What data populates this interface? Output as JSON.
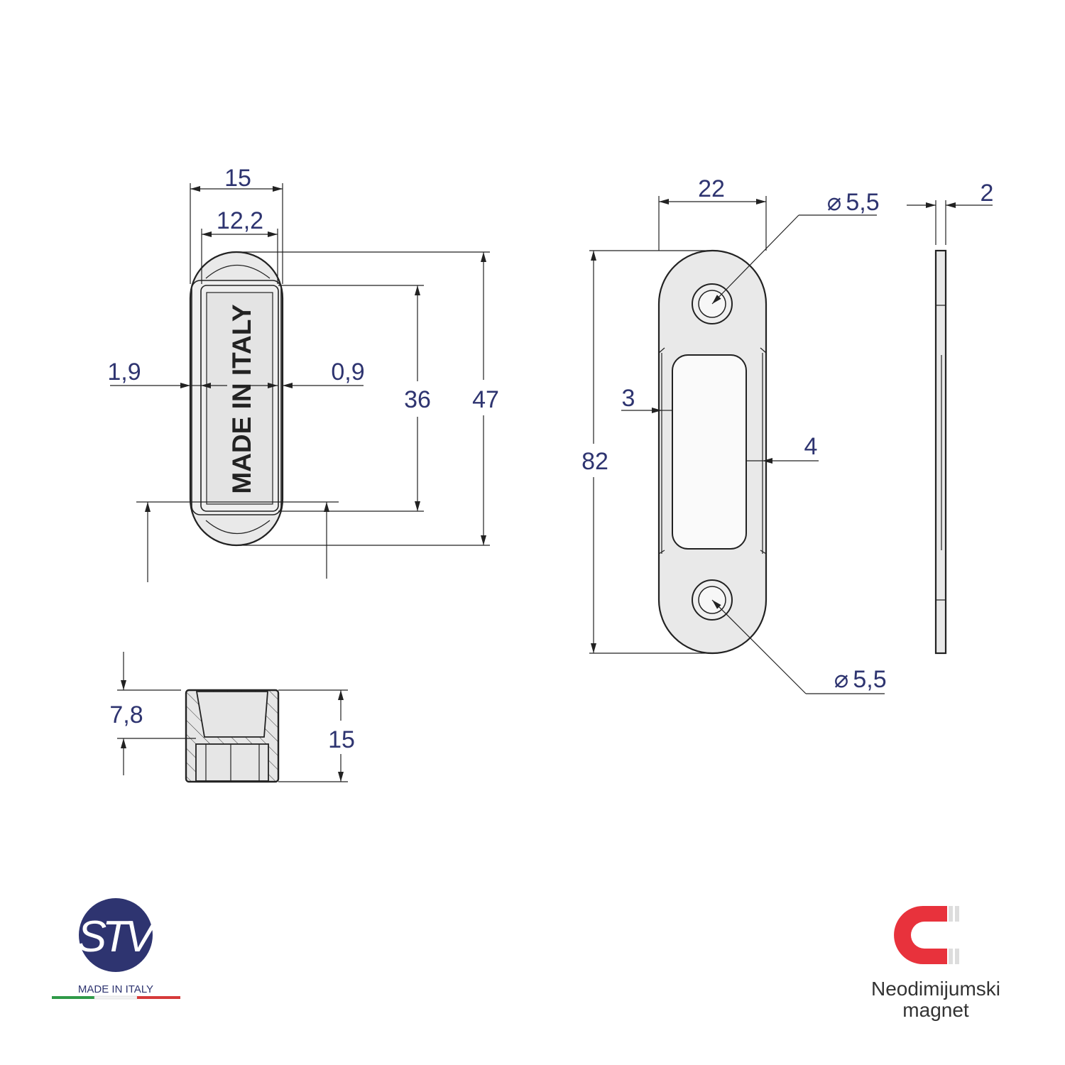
{
  "front_view": {
    "engraving": "MADE IN ITALY",
    "dims": {
      "width_outer": "15",
      "width_inner": "12,2",
      "wall_left": "1,9",
      "wall_right": "0,9",
      "inner_height": "36",
      "outer_height": "47"
    }
  },
  "section_view": {
    "dims": {
      "depth": "7,8",
      "height": "15"
    }
  },
  "strike_plate": {
    "dims": {
      "width": "22",
      "height": "82",
      "hole_top": "5,5",
      "hole_bottom": "5,5",
      "step_left": "3",
      "step_right": "4",
      "thickness": "2"
    },
    "diameter_symbol": "⌀"
  },
  "brand_logo": {
    "text": "STV",
    "tagline": "MADE IN ITALY",
    "color": "#2e3470"
  },
  "magnet_badge": {
    "line1": "Neodimijumski",
    "line2": "magnet",
    "color": "#e8323c"
  }
}
